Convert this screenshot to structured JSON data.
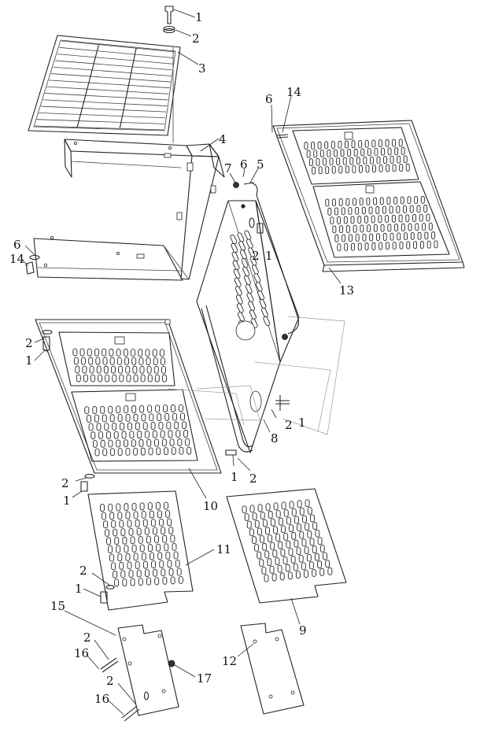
{
  "callouts": [
    {
      "id": "c1a",
      "text": "1"
    },
    {
      "id": "c2a",
      "text": "2"
    },
    {
      "id": "c3",
      "text": "3"
    },
    {
      "id": "c4",
      "text": "4"
    },
    {
      "id": "c6a",
      "text": "6"
    },
    {
      "id": "c14a",
      "text": "14"
    },
    {
      "id": "c7",
      "text": "7"
    },
    {
      "id": "c6b",
      "text": "6"
    },
    {
      "id": "c5",
      "text": "5"
    },
    {
      "id": "c2b",
      "text": "2"
    },
    {
      "id": "c1b",
      "text": "1"
    },
    {
      "id": "c6c",
      "text": "6"
    },
    {
      "id": "c14b",
      "text": "14"
    },
    {
      "id": "c13",
      "text": "13"
    },
    {
      "id": "c2c",
      "text": "2"
    },
    {
      "id": "c1c",
      "text": "1"
    },
    {
      "id": "c2d",
      "text": "2"
    },
    {
      "id": "c1d",
      "text": "1"
    },
    {
      "id": "c8",
      "text": "8"
    },
    {
      "id": "c1e",
      "text": "1"
    },
    {
      "id": "c2e",
      "text": "2"
    },
    {
      "id": "c2f",
      "text": "2"
    },
    {
      "id": "c1f",
      "text": "1"
    },
    {
      "id": "c10",
      "text": "10"
    },
    {
      "id": "c11",
      "text": "11"
    },
    {
      "id": "c2g",
      "text": "2"
    },
    {
      "id": "c1g",
      "text": "1"
    },
    {
      "id": "c9",
      "text": "9"
    },
    {
      "id": "c15",
      "text": "15"
    },
    {
      "id": "c2h",
      "text": "2"
    },
    {
      "id": "c16a",
      "text": "16"
    },
    {
      "id": "c17",
      "text": "17"
    },
    {
      "id": "c12",
      "text": "12"
    },
    {
      "id": "c2i",
      "text": "2"
    },
    {
      "id": "c16b",
      "text": "16"
    }
  ]
}
